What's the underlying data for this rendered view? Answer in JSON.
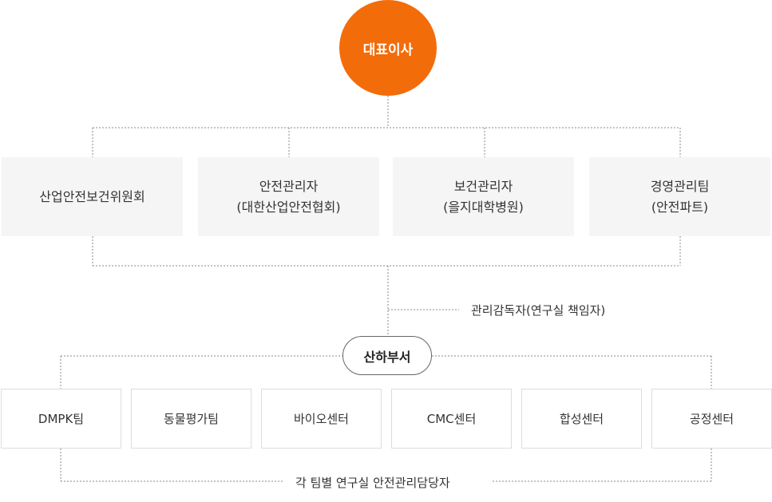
{
  "ceo": {
    "label": "대표이사"
  },
  "committees": [
    {
      "line1": "산업안전보건위원회",
      "line2": ""
    },
    {
      "line1": "안전관리자",
      "line2": "(대한산업안전협회)"
    },
    {
      "line1": "보건관리자",
      "line2": "(을지대학병원)"
    },
    {
      "line1": "경영관리팀",
      "line2": "(안전파트)"
    }
  ],
  "supervisor": {
    "label": "관리감독자(연구실 책임자)"
  },
  "lab": {
    "label": "산하부서"
  },
  "teams": [
    {
      "label": "DMPK팀"
    },
    {
      "label": "동물평가팀"
    },
    {
      "label": "바이오센터"
    },
    {
      "label": "CMC센터"
    },
    {
      "label": "합성센터"
    },
    {
      "label": "공정센터"
    }
  ],
  "footer": {
    "label": "각 팀별 연구실 안전관리담당자"
  },
  "colors": {
    "accent": "#f36c0a",
    "box_fill": "#f5f5f5",
    "line": "#888888"
  }
}
